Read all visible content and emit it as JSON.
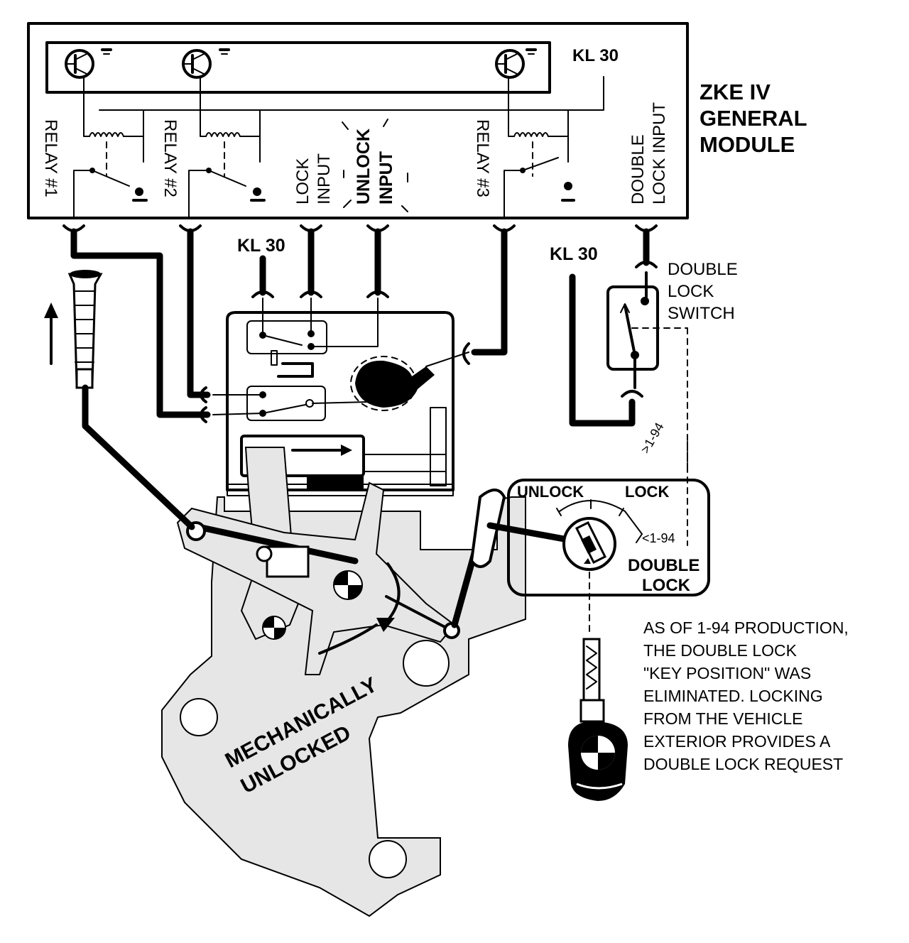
{
  "module": {
    "title": [
      "ZKE IV",
      "GENERAL",
      "MODULE"
    ],
    "kl30": "KL 30",
    "relay1": "RELAY #1",
    "relay2": "RELAY #2",
    "relay3": "RELAY #3",
    "lock_input": [
      "LOCK",
      "INPUT"
    ],
    "unlock_input": [
      "UNLOCK",
      "INPUT"
    ],
    "double_lock_input": [
      "DOUBLE",
      "LOCK INPUT"
    ]
  },
  "kl30_center": "KL 30",
  "kl30_right": "KL 30",
  "double_lock_switch": [
    "DOUBLE",
    "LOCK",
    "SWITCH"
  ],
  "key_cylinder": {
    "unlock": "UNLOCK",
    "lock": "LOCK",
    "before_date": "<1-94",
    "after_date": ">1-94",
    "double_lock": [
      "DOUBLE",
      "LOCK"
    ]
  },
  "state_label": [
    "MECHANICALLY",
    "UNLOCKED"
  ],
  "note": [
    "AS OF 1-94 PRODUCTION,",
    "THE DOUBLE LOCK",
    "\"KEY POSITION\" WAS",
    "ELIMINATED.  LOCKING",
    "FROM THE VEHICLE",
    "EXTERIOR PROVIDES A",
    "DOUBLE LOCK REQUEST"
  ]
}
